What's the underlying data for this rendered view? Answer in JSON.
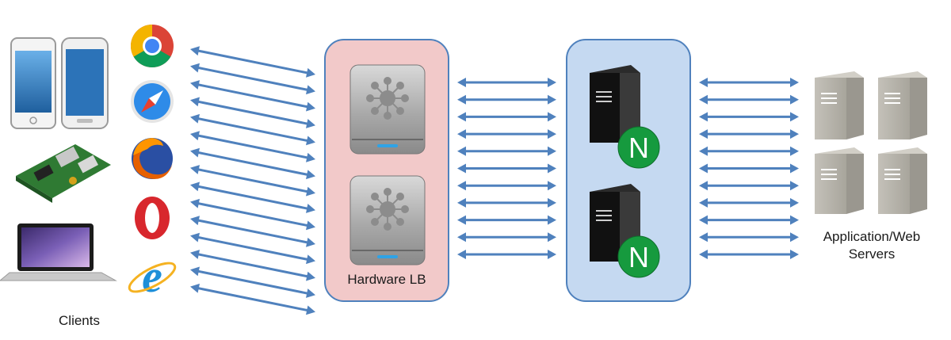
{
  "labels": {
    "clients": "Clients",
    "hardware_lb": "Hardware LB",
    "servers_line1": "Application/Web",
    "servers_line2": "Servers"
  },
  "icons": {
    "devices": [
      "smartphone-icon",
      "smartphone-icon",
      "raspberry-pi-board-icon",
      "laptop-icon"
    ],
    "browsers": [
      "chrome-icon",
      "safari-icon",
      "firefox-icon",
      "opera-icon",
      "internet-explorer-icon"
    ],
    "load_balancer": [
      "hardware-load-balancer-icon",
      "hardware-load-balancer-icon"
    ],
    "nginx": [
      "nginx-server-icon",
      "nginx-server-icon"
    ],
    "servers": [
      "server-icon",
      "server-icon",
      "server-icon",
      "server-icon"
    ],
    "nginx_letter": "N"
  },
  "colors": {
    "arrow": "#4f81bd",
    "hardware_lb_panel": "#f2c9c9",
    "hardware_lb_border": "#4f81bd",
    "nginx_panel": "#c5d9f1",
    "nginx_border": "#4f81bd",
    "nginx_green": "#169a3e",
    "server_grey": "#b5b2aa"
  }
}
